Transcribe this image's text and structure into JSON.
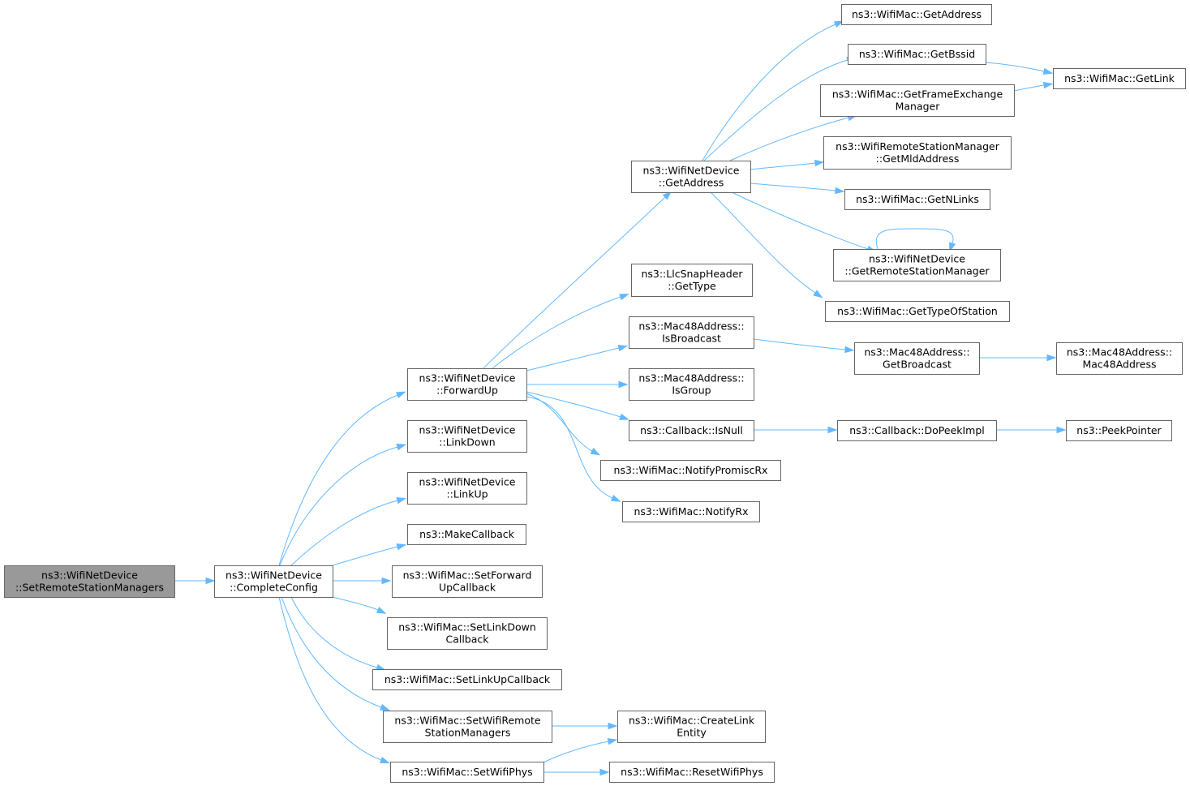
{
  "colors": {
    "edge": "#63b8ff",
    "node_border": "#666666",
    "root_fill": "#999999",
    "node_fill": "#ffffff"
  },
  "nodes": [
    {
      "id": "set_remote_station_managers",
      "lines": [
        "ns3::WifiNetDevice",
        "::SetRemoteStationManagers"
      ],
      "root": true
    },
    {
      "id": "complete_config",
      "lines": [
        "ns3::WifiNetDevice",
        "::CompleteConfig"
      ]
    },
    {
      "id": "forward_up",
      "lines": [
        "ns3::WifiNetDevice",
        "::ForwardUp"
      ]
    },
    {
      "id": "link_down",
      "lines": [
        "ns3::WifiNetDevice",
        "::LinkDown"
      ]
    },
    {
      "id": "link_up",
      "lines": [
        "ns3::WifiNetDevice",
        "::LinkUp"
      ]
    },
    {
      "id": "make_callback",
      "lines": [
        "ns3::MakeCallback"
      ]
    },
    {
      "id": "set_forward_up_callback",
      "lines": [
        "ns3::WifiMac::SetForward",
        "UpCallback"
      ]
    },
    {
      "id": "set_link_down_callback",
      "lines": [
        "ns3::WifiMac::SetLinkDown",
        "Callback"
      ]
    },
    {
      "id": "set_link_up_callback",
      "lines": [
        "ns3::WifiMac::SetLinkUpCallback"
      ]
    },
    {
      "id": "set_wifi_remote_station_managers",
      "lines": [
        "ns3::WifiMac::SetWifiRemote",
        "StationManagers"
      ]
    },
    {
      "id": "set_wifi_phys",
      "lines": [
        "ns3::WifiMac::SetWifiPhys"
      ]
    },
    {
      "id": "get_address_dev",
      "lines": [
        "ns3::WifiNetDevice",
        "::GetAddress"
      ]
    },
    {
      "id": "llc_get_type",
      "lines": [
        "ns3::LlcSnapHeader",
        "::GetType"
      ]
    },
    {
      "id": "is_broadcast",
      "lines": [
        "ns3::Mac48Address::",
        "IsBroadcast"
      ]
    },
    {
      "id": "is_group",
      "lines": [
        "ns3::Mac48Address::",
        "IsGroup"
      ]
    },
    {
      "id": "callback_is_null",
      "lines": [
        "ns3::Callback::IsNull"
      ]
    },
    {
      "id": "notify_promisc_rx",
      "lines": [
        "ns3::WifiMac::NotifyPromiscRx"
      ]
    },
    {
      "id": "notify_rx",
      "lines": [
        "ns3::WifiMac::NotifyRx"
      ]
    },
    {
      "id": "create_link_entity",
      "lines": [
        "ns3::WifiMac::CreateLink",
        "Entity"
      ]
    },
    {
      "id": "reset_wifi_phys",
      "lines": [
        "ns3::WifiMac::ResetWifiPhys"
      ]
    },
    {
      "id": "mac_get_address",
      "lines": [
        "ns3::WifiMac::GetAddress"
      ]
    },
    {
      "id": "get_bssid",
      "lines": [
        "ns3::WifiMac::GetBssid"
      ]
    },
    {
      "id": "get_frame_exchange_manager",
      "lines": [
        "ns3::WifiMac::GetFrameExchange",
        "Manager"
      ]
    },
    {
      "id": "get_mld_address",
      "lines": [
        "ns3::WifiRemoteStationManager",
        "::GetMldAddress"
      ]
    },
    {
      "id": "get_n_links",
      "lines": [
        "ns3::WifiMac::GetNLinks"
      ]
    },
    {
      "id": "get_remote_station_manager",
      "lines": [
        "ns3::WifiNetDevice",
        "::GetRemoteStationManager"
      ]
    },
    {
      "id": "get_type_of_station",
      "lines": [
        "ns3::WifiMac::GetTypeOfStation"
      ]
    },
    {
      "id": "get_link",
      "lines": [
        "ns3::WifiMac::GetLink"
      ]
    },
    {
      "id": "get_broadcast",
      "lines": [
        "ns3::Mac48Address::",
        "GetBroadcast"
      ]
    },
    {
      "id": "do_peek_impl",
      "lines": [
        "ns3::Callback::DoPeekImpl"
      ]
    },
    {
      "id": "mac48_address_ctor",
      "lines": [
        "ns3::Mac48Address::",
        "Mac48Address"
      ]
    },
    {
      "id": "peek_pointer",
      "lines": [
        "ns3::PeekPointer"
      ]
    }
  ],
  "edges": [
    [
      "set_remote_station_managers",
      "complete_config"
    ],
    [
      "complete_config",
      "forward_up"
    ],
    [
      "complete_config",
      "link_down"
    ],
    [
      "complete_config",
      "link_up"
    ],
    [
      "complete_config",
      "make_callback"
    ],
    [
      "complete_config",
      "set_forward_up_callback"
    ],
    [
      "complete_config",
      "set_link_down_callback"
    ],
    [
      "complete_config",
      "set_link_up_callback"
    ],
    [
      "complete_config",
      "set_wifi_remote_station_managers"
    ],
    [
      "complete_config",
      "set_wifi_phys"
    ],
    [
      "forward_up",
      "get_address_dev"
    ],
    [
      "forward_up",
      "llc_get_type"
    ],
    [
      "forward_up",
      "is_broadcast"
    ],
    [
      "forward_up",
      "is_group"
    ],
    [
      "forward_up",
      "callback_is_null"
    ],
    [
      "forward_up",
      "notify_promisc_rx"
    ],
    [
      "forward_up",
      "notify_rx"
    ],
    [
      "get_address_dev",
      "mac_get_address"
    ],
    [
      "get_address_dev",
      "get_bssid"
    ],
    [
      "get_address_dev",
      "get_frame_exchange_manager"
    ],
    [
      "get_address_dev",
      "get_mld_address"
    ],
    [
      "get_address_dev",
      "get_n_links"
    ],
    [
      "get_address_dev",
      "get_remote_station_manager"
    ],
    [
      "get_address_dev",
      "get_type_of_station"
    ],
    [
      "get_bssid",
      "get_link"
    ],
    [
      "get_frame_exchange_manager",
      "get_link"
    ],
    [
      "get_remote_station_manager",
      "get_remote_station_manager"
    ],
    [
      "is_broadcast",
      "get_broadcast"
    ],
    [
      "get_broadcast",
      "mac48_address_ctor"
    ],
    [
      "callback_is_null",
      "do_peek_impl"
    ],
    [
      "do_peek_impl",
      "peek_pointer"
    ],
    [
      "set_wifi_remote_station_managers",
      "create_link_entity"
    ],
    [
      "set_wifi_phys",
      "create_link_entity"
    ],
    [
      "set_wifi_phys",
      "reset_wifi_phys"
    ]
  ]
}
